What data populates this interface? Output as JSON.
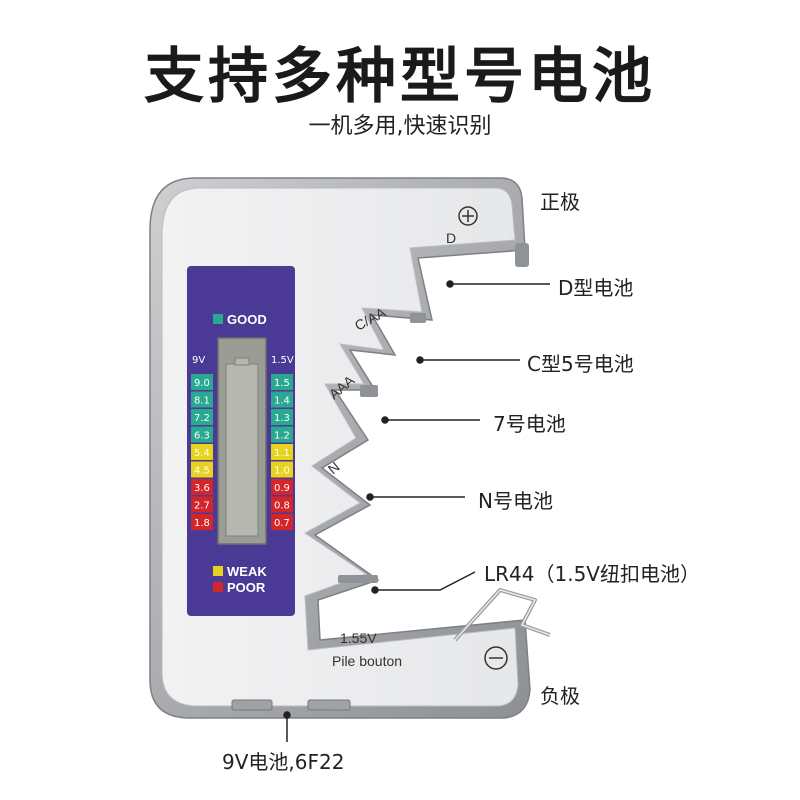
{
  "title": "支持多种型号电池",
  "subtitle": "一机多用,快速识别",
  "callouts": {
    "positive": "正极",
    "d_battery": "D型电池",
    "c_battery": "C型5号电池",
    "aaa_battery": "7号电池",
    "n_battery": "N号电池",
    "lr44": "LR44（1.5V纽扣电池）",
    "negative": "负极",
    "nine_volt": "9V电池,6F22"
  },
  "device": {
    "plus_symbol": "⊕",
    "minus_symbol": "⊖",
    "slot_labels": {
      "d": "D",
      "c_aa": "C/AA",
      "aaa": "AAA",
      "n": "N"
    },
    "button_text_1": "1.55V",
    "button_text_2": "Pile bouton",
    "panel": {
      "good_label": "GOOD",
      "weak_label": "WEAK",
      "poor_label": "POOR",
      "left_header": "9V",
      "right_header": "1.5V",
      "left_scale": [
        "9.0",
        "8.1",
        "7.2",
        "6.3",
        "5.4",
        "4.5",
        "3.6",
        "2.7",
        "1.8"
      ],
      "right_scale": [
        "1.5",
        "1.4",
        "1.3",
        "1.2",
        "1.1",
        "1.0",
        "0.9",
        "0.8",
        "0.7"
      ],
      "colors": {
        "panel": "#4a3a96",
        "good": "#2aa890",
        "weak": "#e7d21d",
        "poor": "#d3262a"
      }
    }
  }
}
